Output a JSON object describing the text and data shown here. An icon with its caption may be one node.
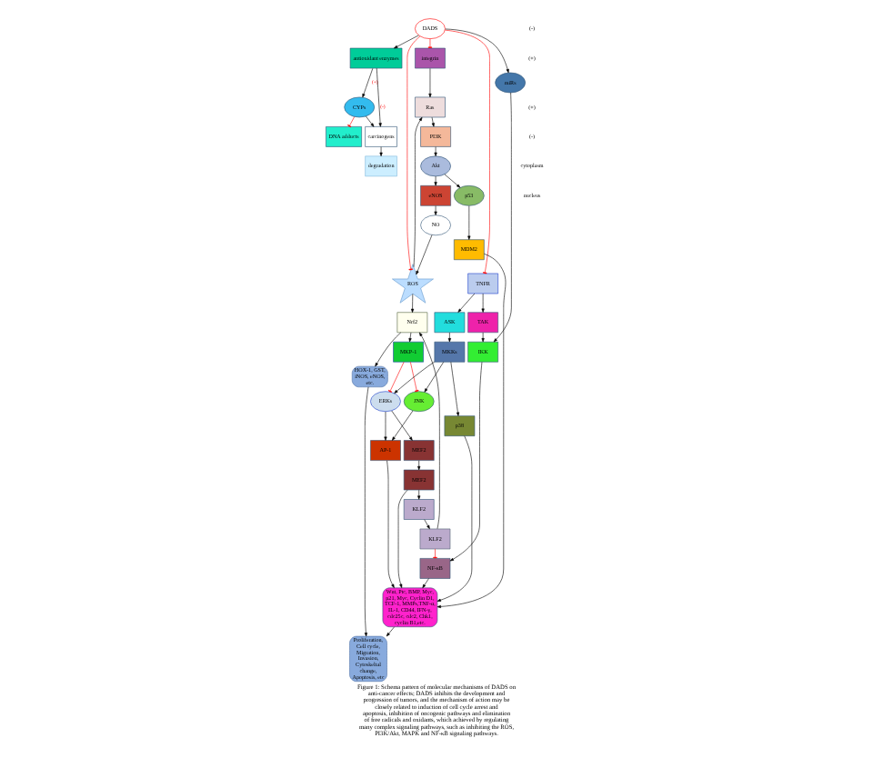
{
  "diagram": {
    "caption": "Figure 1: Schema pattern of molecular mechanisms of DADS on anti-cancer effects; DADS inhibits the development and progression of tumors, and the mechanism of action may be closely related to induction of cell cycle arrest and apoptosis, inhibition of oncogenic pathways and elimination of free radicals and oxidants, which achieved by regulating many complex signaling pathways, such as inhibiting the ROS, PI3K/Akt, MAPK and NF-κB signaling pathways.",
    "nodes": [
      {
        "text": [
          "DADS"
        ]
      },
      {
        "text": [
          "antioxidant enzymes"
        ]
      },
      {
        "text": [
          "CYPs"
        ]
      },
      {
        "text": [
          "carcinogens"
        ]
      },
      {
        "text": [
          "degradation"
        ]
      },
      {
        "text": [
          "DNA adducts"
        ]
      },
      {
        "text": [
          "Ras"
        ]
      },
      {
        "text": [
          "PI3K"
        ]
      },
      {
        "text": [
          "Akt"
        ]
      },
      {
        "text": [
          "p53"
        ]
      },
      {
        "text": [
          "MDM2"
        ]
      },
      {
        "text": [
          "NO"
        ]
      },
      {
        "text": [
          "eNOS"
        ]
      },
      {
        "text": [
          "integrin"
        ]
      },
      {
        "text": [
          "ROS"
        ]
      },
      {
        "text": [
          "Nrf2"
        ]
      },
      {
        "text": [
          "KLF2"
        ]
      },
      {
        "text": [
          "MKP-1"
        ]
      },
      {
        "text": [
          "HOX-1, GST, iNOS, eNOS, etc."
        ]
      },
      {
        "text": [
          "KLF2"
        ]
      },
      {
        "text": [
          "Proliferation, Cell cycle, Migration, Invasion, Cytoskeltal change, Apoptosis, etc"
        ]
      },
      {
        "text": [
          "ASK"
        ]
      },
      {
        "text": [
          "MKKs"
        ]
      },
      {
        "text": [
          "JNK"
        ]
      },
      {
        "text": [
          "ERKs"
        ]
      },
      {
        "text": [
          "MEF2"
        ]
      },
      {
        "text": [
          "MEF2"
        ]
      },
      {
        "text": [
          "AP-1"
        ]
      },
      {
        "text": [
          "TNFR"
        ]
      },
      {
        "text": [
          "TAK"
        ]
      },
      {
        "text": [
          "p38"
        ]
      },
      {
        "text": [
          "IKK"
        ]
      },
      {
        "text": [
          "NF-κB"
        ]
      },
      {
        "text": [
          "miRs"
        ]
      },
      {
        "text": [
          "Wnt, Ptc, BMP, Myc, p21, Myc, Cyclin D1, TCF-1, MMPs,TNF-α, IL-1, CD44, IFN-γ, cdc25c, cdc2, Chk1, cyclin B1,etc."
        ]
      }
    ],
    "edges": [
      {
        "from": 0,
        "to": 1,
        "arrow": "to"
      },
      {
        "from": 0,
        "to": 13,
        "arrow": "other",
        "color": "#ff0000"
      },
      {
        "from": 0,
        "to": 14,
        "arrow": "other",
        "color": "#ff0000"
      },
      {
        "from": 0,
        "to": 28,
        "arrow": "other",
        "color": "#ff0000"
      },
      {
        "from": 0,
        "to": 33,
        "arrow": "to"
      },
      {
        "from": 1,
        "to": 2,
        "arrow": "to",
        "label": "(+)"
      },
      {
        "from": 1,
        "to": 3,
        "arrow": "to",
        "label": "(-)"
      },
      {
        "from": 2,
        "to": 3,
        "arrow": "to"
      },
      {
        "from": 3,
        "to": 4,
        "arrow": "to"
      },
      {
        "from": 2,
        "to": 5,
        "arrow": "other",
        "color": "#ff0000"
      },
      {
        "from": 13,
        "to": 6,
        "arrow": "to"
      },
      {
        "from": 14,
        "to": 6,
        "arrow": "to"
      },
      {
        "from": 11,
        "to": 14,
        "arrow": "to"
      },
      {
        "from": 6,
        "to": 7,
        "arrow": "to"
      },
      {
        "from": 7,
        "to": 8,
        "arrow": "to"
      },
      {
        "from": 8,
        "to": 9,
        "arrow": "to"
      },
      {
        "from": 9,
        "to": 10,
        "arrow": "to"
      },
      {
        "from": 8,
        "to": 12,
        "arrow": "to"
      },
      {
        "from": 12,
        "to": 11,
        "arrow": "to"
      },
      {
        "from": 10,
        "to": 34,
        "arrow": "to"
      },
      {
        "from": 14,
        "to": 15,
        "arrow": "to"
      },
      {
        "from": 15,
        "to": 17,
        "arrow": "to"
      },
      {
        "from": 15,
        "to": 18,
        "arrow": "to"
      },
      {
        "from": 19,
        "to": 16,
        "arrow": "to"
      },
      {
        "from": 16,
        "to": 15,
        "arrow": "to"
      },
      {
        "from": 16,
        "to": 32,
        "arrow": "other",
        "color": "#ff0000"
      },
      {
        "from": 17,
        "to": 23,
        "arrow": "other",
        "color": "#ff0000"
      },
      {
        "from": 17,
        "to": 24,
        "arrow": "other",
        "color": "#ff0000"
      },
      {
        "from": 18,
        "to": 20,
        "arrow": "to"
      },
      {
        "from": 34,
        "to": 20,
        "arrow": "to"
      },
      {
        "from": 28,
        "to": 21,
        "arrow": "to"
      },
      {
        "from": 21,
        "to": 22,
        "arrow": "to"
      },
      {
        "from": 22,
        "to": 23,
        "arrow": "to"
      },
      {
        "from": 22,
        "to": 24,
        "arrow": "to"
      },
      {
        "from": 22,
        "to": 30,
        "arrow": "to"
      },
      {
        "from": 24,
        "to": 25,
        "arrow": "to"
      },
      {
        "from": 25,
        "to": 26,
        "arrow": "to"
      },
      {
        "from": 26,
        "to": 19,
        "arrow": "to"
      },
      {
        "from": 26,
        "to": 34,
        "arrow": "to"
      },
      {
        "from": 23,
        "to": 27,
        "arrow": "to"
      },
      {
        "from": 24,
        "to": 27,
        "arrow": "to"
      },
      {
        "from": 27,
        "to": 34,
        "arrow": "to"
      },
      {
        "from": 28,
        "to": 29,
        "arrow": "to"
      },
      {
        "from": 29,
        "to": 31,
        "arrow": "to"
      },
      {
        "from": 30,
        "to": 34,
        "arrow": "to"
      },
      {
        "from": 33,
        "to": 31,
        "arrow": "to"
      },
      {
        "from": 31,
        "to": 32,
        "arrow": "to"
      },
      {
        "from": 32,
        "to": 34,
        "arrow": "to"
      }
    ],
    "labels": [
      "(-)",
      "(+)",
      "(+)",
      "(-)",
      "cytoplasm",
      "nucleus"
    ]
  }
}
